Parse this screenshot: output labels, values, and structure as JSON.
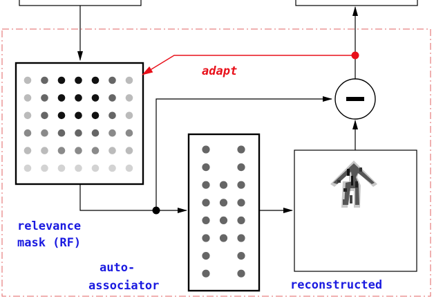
{
  "labels": {
    "adapt": "adapt",
    "relevance_line1": "relevance",
    "relevance_line2": "mask (RF)",
    "auto_line1": "auto-",
    "auto_line2": "associator",
    "reconstructed": "reconstructed"
  },
  "colors": {
    "signal_red": "#e8101a",
    "label_blue": "#1a1ae0",
    "frame_red": "#e06060",
    "dot_black": "#111111",
    "dot_dark": "#666666",
    "dot_mid": "#8a8a8a",
    "dot_light": "#bbbbbb",
    "dot_pale": "#d3d3d3"
  },
  "mask_grid": [
    [
      "light",
      "dark",
      "black",
      "black",
      "black",
      "dark",
      "light"
    ],
    [
      "light",
      "dark",
      "black",
      "black",
      "black",
      "dark",
      "light"
    ],
    [
      "light",
      "dark",
      "black",
      "black",
      "black",
      "dark",
      "light"
    ],
    [
      "mid",
      "mid",
      "dark",
      "dark",
      "dark",
      "mid",
      "mid"
    ],
    [
      "light",
      "light",
      "mid",
      "mid",
      "mid",
      "light",
      "light"
    ],
    [
      "pale",
      "pale",
      "pale",
      "pale",
      "pale",
      "pale",
      "pale"
    ]
  ],
  "autoassociator_grid": [
    [
      true,
      false,
      true
    ],
    [
      true,
      false,
      true
    ],
    [
      true,
      true,
      true
    ],
    [
      true,
      true,
      true
    ],
    [
      true,
      true,
      true
    ],
    [
      true,
      true,
      true
    ],
    [
      true,
      false,
      true
    ],
    [
      true,
      false,
      true
    ]
  ],
  "icons": {
    "subtractor": "minus-circle-icon",
    "junction": "junction-dot-icon"
  }
}
